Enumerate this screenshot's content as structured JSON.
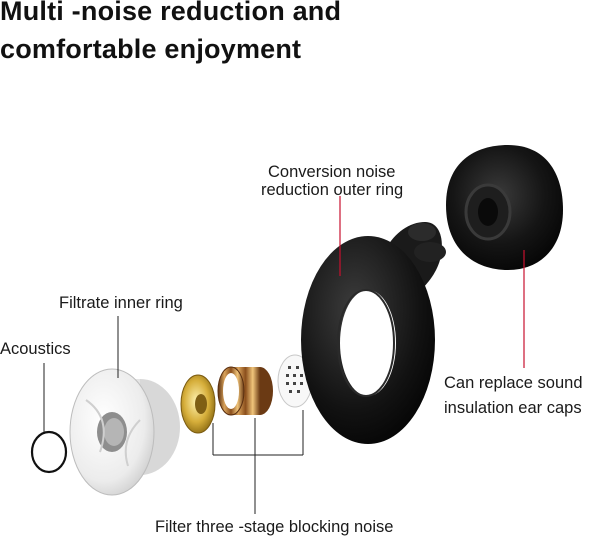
{
  "title": {
    "line1": "Multi -noise reduction and",
    "line2": "comfortable enjoyment"
  },
  "labels": {
    "conversion_ring_line1": "Conversion noise",
    "conversion_ring_line2": "reduction outer ring",
    "filtrate_inner_ring": "Filtrate inner ring",
    "acoustics": "Acoustics",
    "ear_caps_line1": "Can replace sound",
    "ear_caps_line2": "insulation ear caps",
    "filter_stage": "Filter three -stage blocking noise"
  },
  "colors": {
    "accent_line": "#c8102e",
    "part_black": "#141414",
    "part_white": "#f4f4f4",
    "gold": "#c9a227",
    "copper": "#b87333"
  }
}
